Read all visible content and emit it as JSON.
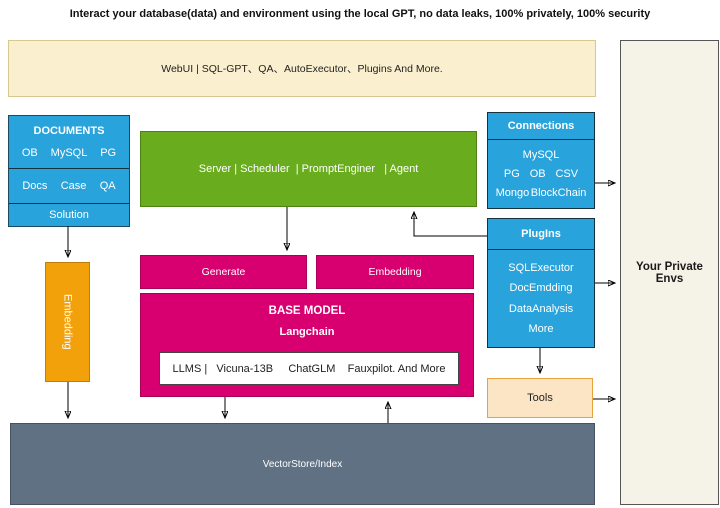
{
  "title": "Interact your database(data) and environment using the local GPT, no data leaks, 100% privately, 100% security",
  "webui": {
    "label": "WebUI | SQL-GPT、QA、AutoExecutor、Plugins And More."
  },
  "documents": {
    "header": "DOCUMENTS",
    "row1": [
      "OB",
      "MySQL",
      "PG"
    ],
    "row2": [
      "Docs",
      "Case",
      "QA"
    ],
    "row3": "Solution"
  },
  "server": {
    "label": "Server | Scheduler  | PromptEnginer   | Agent"
  },
  "connections": {
    "header": "Connections",
    "row1": "MySQL",
    "row2": [
      "PG",
      "OB",
      "CSV"
    ],
    "row3": [
      "Mongo",
      "BlockChain"
    ]
  },
  "plugins": {
    "header": "PlugIns",
    "items": [
      "SQLExecutor",
      "DocEmdding",
      "DataAnalysis",
      "More"
    ]
  },
  "embedding_pipe": {
    "label": "Embedding"
  },
  "generate": {
    "label": "Generate"
  },
  "embedding": {
    "label": "Embedding"
  },
  "base_model": {
    "title": "BASE MODEL",
    "subtitle": "Langchain",
    "models": "LLMS |   Vicuna-13B     ChatGLM    Fauxpilot. And More"
  },
  "tools": {
    "label": "Tools"
  },
  "vector_store": {
    "label": "VectorStore/Index"
  },
  "private_envs": {
    "label": "Your Private Envs"
  },
  "colors": {
    "blue": "#29A3DC",
    "green": "#69AC1E",
    "pink": "#D80070",
    "orange": "#F2A10A",
    "peach_fill": "#FCE5C5",
    "peach_border": "#E8A33D",
    "yellow_fill": "#FAF0CF",
    "yellow_border": "#D8C88E",
    "cream_fill": "#F5F2E8",
    "slate_gray": "#5F7183"
  }
}
